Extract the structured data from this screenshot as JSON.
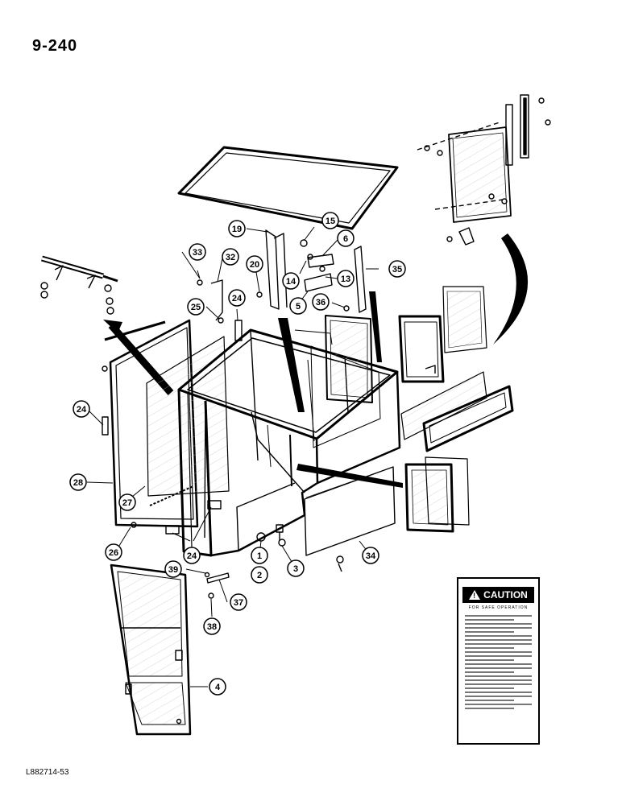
{
  "page": {
    "number": "9-240",
    "figure_code": "L882714-53"
  },
  "caution_label": {
    "title": "CAUTION",
    "subtitle": "FOR SAFE OPERATION"
  },
  "callouts": [
    {
      "id": "c1",
      "label": "1"
    },
    {
      "id": "c2",
      "label": "2"
    },
    {
      "id": "c3",
      "label": "3"
    },
    {
      "id": "c4",
      "label": "4"
    },
    {
      "id": "c5",
      "label": "5"
    },
    {
      "id": "c6",
      "label": "6"
    },
    {
      "id": "c13",
      "label": "13"
    },
    {
      "id": "c14",
      "label": "14"
    },
    {
      "id": "c15",
      "label": "15"
    },
    {
      "id": "c19",
      "label": "19"
    },
    {
      "id": "c20",
      "label": "20"
    },
    {
      "id": "c24a",
      "label": "24"
    },
    {
      "id": "c24b",
      "label": "24"
    },
    {
      "id": "c24c",
      "label": "24"
    },
    {
      "id": "c25",
      "label": "25"
    },
    {
      "id": "c26",
      "label": "26"
    },
    {
      "id": "c27",
      "label": "27"
    },
    {
      "id": "c28",
      "label": "28"
    },
    {
      "id": "c32",
      "label": "32"
    },
    {
      "id": "c33",
      "label": "33"
    },
    {
      "id": "c34",
      "label": "34"
    },
    {
      "id": "c35",
      "label": "35"
    },
    {
      "id": "c36",
      "label": "36"
    },
    {
      "id": "c37",
      "label": "37"
    },
    {
      "id": "c38",
      "label": "38"
    },
    {
      "id": "c39",
      "label": "39"
    }
  ]
}
